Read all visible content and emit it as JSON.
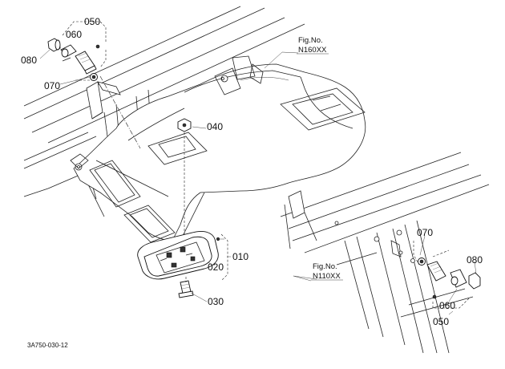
{
  "diagram": {
    "callouts": {
      "p050_top": "050",
      "p060_top": "060",
      "p080_top": "080",
      "p070_top": "070",
      "p040": "040",
      "p010": "010",
      "p020": "020",
      "p030": "030",
      "p070_right": "070",
      "p080_right": "080",
      "p060_right": "060",
      "p050_right": "050"
    },
    "fig_refs": {
      "top_label": "Fig.No.",
      "top_number": "N160XX",
      "bottom_label": "Fig.No.",
      "bottom_number": "N110XX"
    },
    "drawing_code": "3A750-030-12"
  }
}
